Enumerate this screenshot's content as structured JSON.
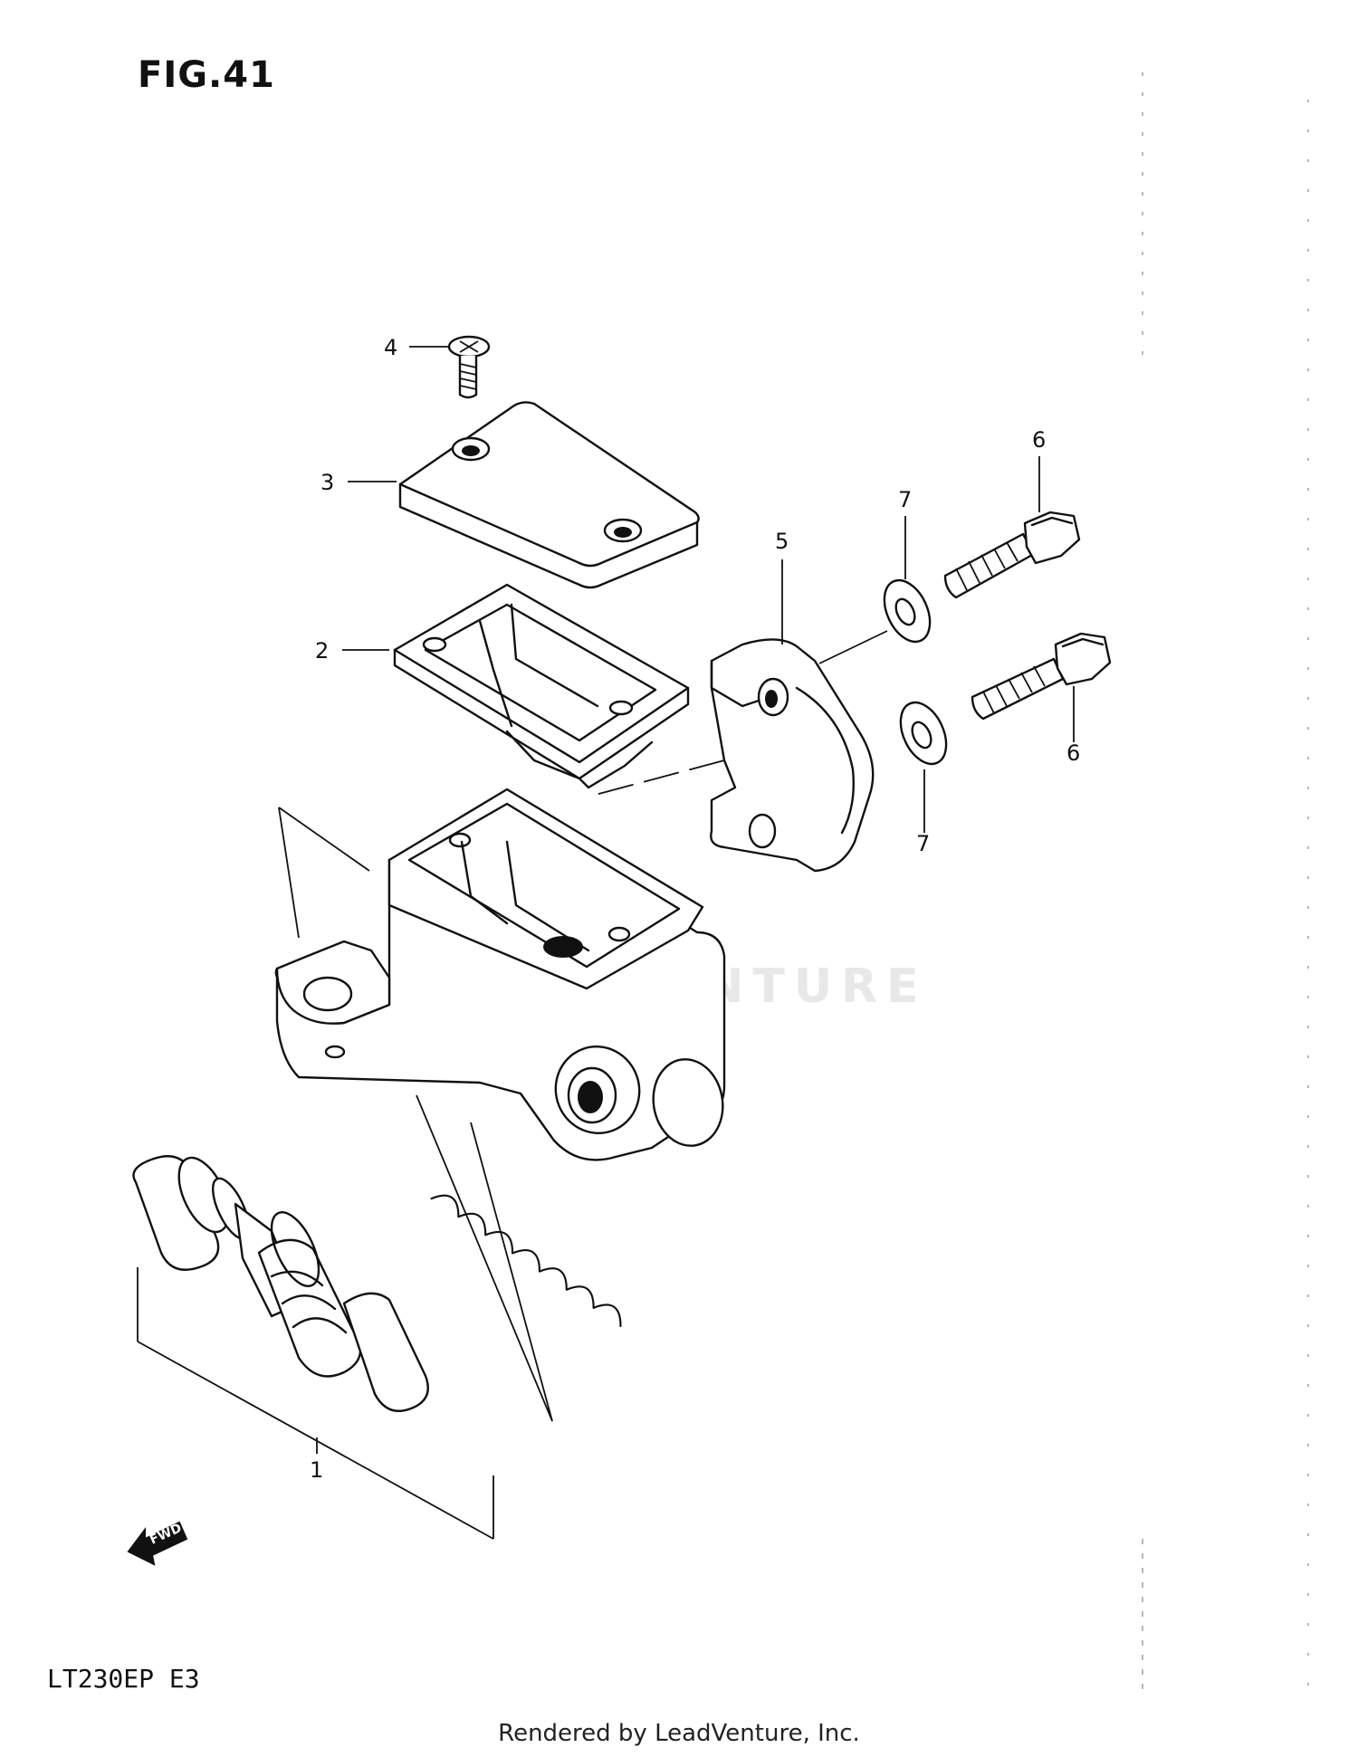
{
  "figure": {
    "title": "FIG.41",
    "model": "LT230EP  E3",
    "credit": "Rendered by LeadVenture, Inc.",
    "watermark": "LEADVENTURE"
  },
  "callouts": [
    "1",
    "2",
    "3",
    "4",
    "5",
    "6",
    "6",
    "7",
    "7"
  ],
  "fwd_arrow": {
    "label": "FWD",
    "icon": "fwd-arrow-icon"
  }
}
